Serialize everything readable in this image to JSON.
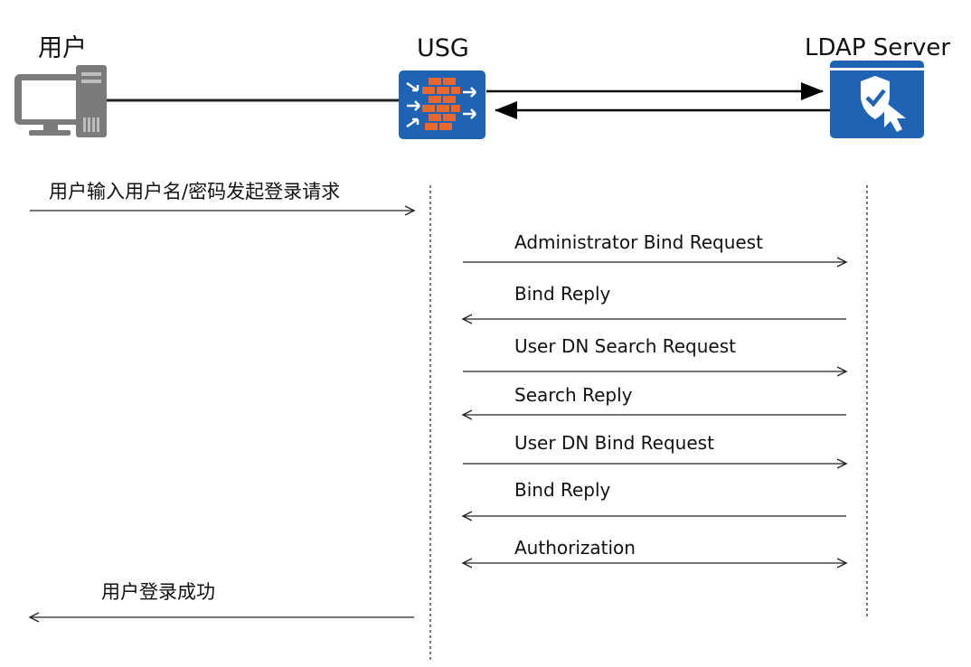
{
  "actors": {
    "user": "用户",
    "firewall": "USG",
    "ldap": "LDAP Server"
  },
  "messages": {
    "user_login_request": "用户输入用户名/密码发起登录请求",
    "admin_bind_request": "Administrator Bind Request",
    "bind_reply_1": "Bind Reply",
    "user_dn_search_request": "User DN Search Request",
    "search_reply": "Search Reply",
    "user_dn_bind_request": "User DN Bind Request",
    "bind_reply_2": "Bind Reply",
    "authorization": "Authorization",
    "user_login_success": "用户登录成功"
  },
  "icons": {
    "user": "desktop-computer-icon",
    "firewall": "firewall-icon",
    "ldap": "ldap-server-shield-icon"
  },
  "colors": {
    "device_blue": "#1f64b4",
    "brick_orange": "#e8692b",
    "computer_gray": "#7b7b7b"
  }
}
